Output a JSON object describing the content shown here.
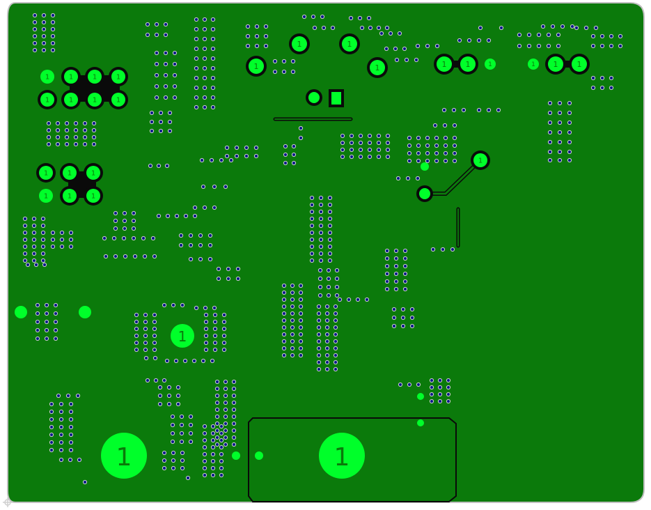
{
  "board": {
    "fill": "#0b7a0b",
    "outline_color": "#bfbfbf",
    "via_fill": "#0a1a8c",
    "via_ring": "#cfcfcf",
    "pad_fill": "#00ff2a",
    "pad_ring": "#0a0a0a",
    "trace_color": "#0a0a0a",
    "origin_marker": "crosshair-origin-icon"
  },
  "labels": {
    "big_pad_left": "1",
    "big_pad_right": "1",
    "big_pad_center": "1",
    "pin1_top_a": "1",
    "pin1_top_b": "1",
    "pin1_top_c": "1",
    "pin1_top_d": "1",
    "pin1_top_e": "1",
    "pin1_top_f": "1",
    "pin1_top_g": "1",
    "pin1_right_small": "1",
    "pin1_trace_end": "1",
    "hdr_a": "1",
    "hdr_b": "1",
    "hdr_c": "1",
    "hdr_d": "1",
    "hdr_e": "1",
    "hdr_f": "1",
    "hdr_g": "1",
    "hdr_h": "1",
    "hdr_i": "1",
    "hdr_j": "1",
    "hdr_k": "1",
    "hdr_l": "1",
    "hdr_m": "1",
    "hdr_n": "1",
    "hdr_o": "1",
    "hdr_p": "1"
  }
}
